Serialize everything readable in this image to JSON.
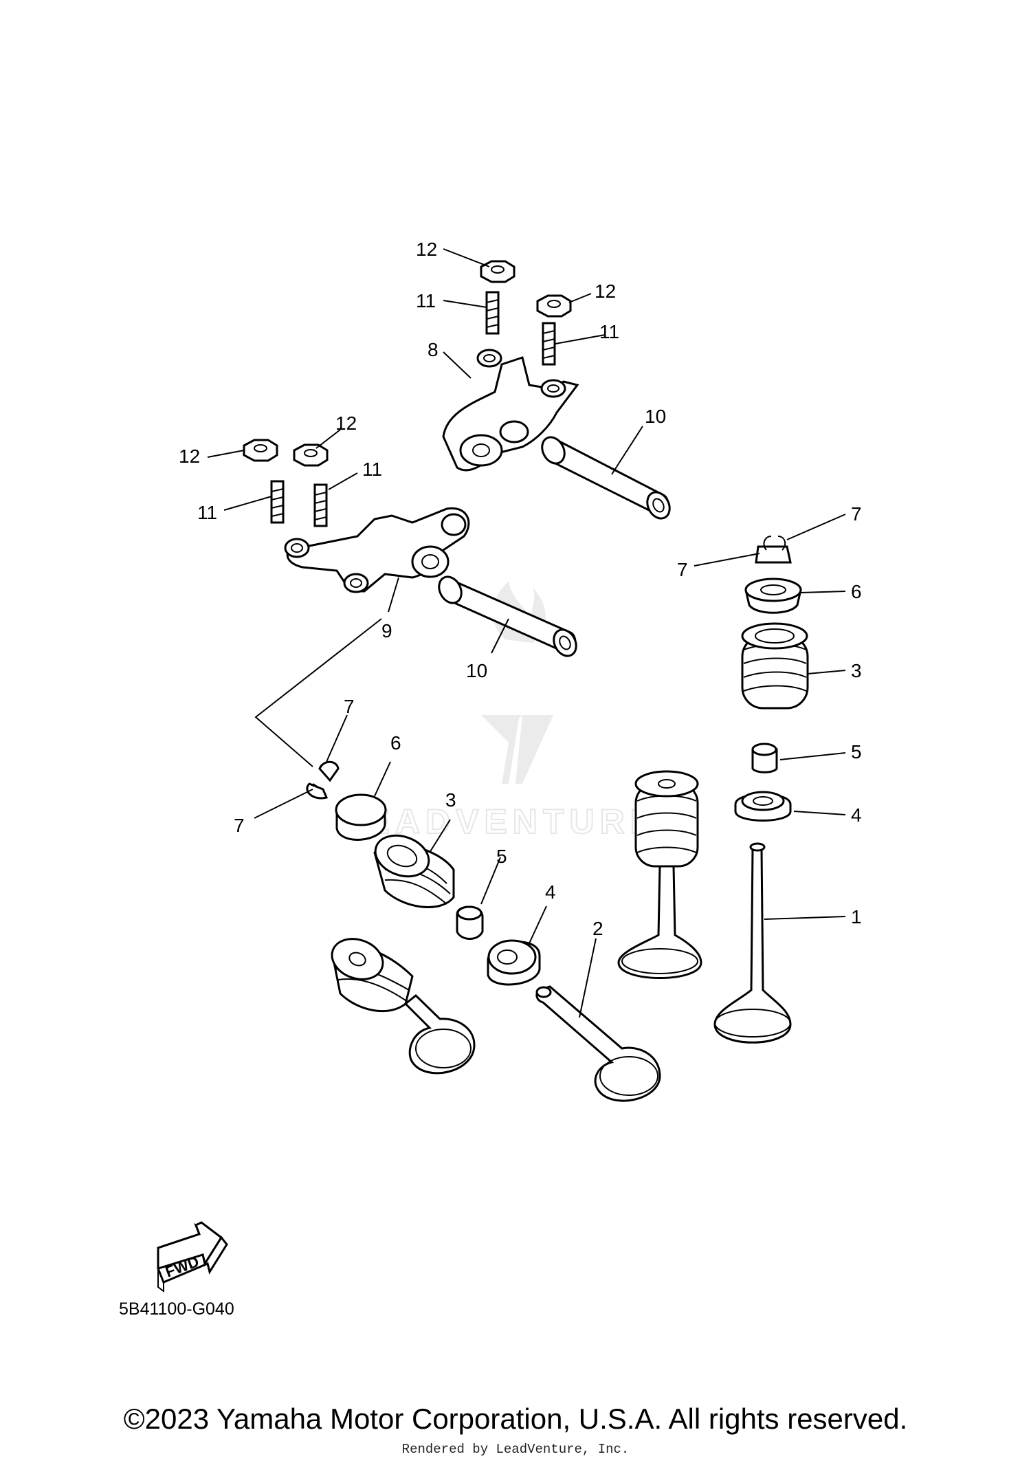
{
  "diagram": {
    "code": "5B41100-G040",
    "fwd_label": "FWD",
    "watermark": "LEADVENTURE"
  },
  "callouts": [
    "1",
    "2",
    "3",
    "3",
    "4",
    "4",
    "5",
    "5",
    "6",
    "6",
    "7",
    "7",
    "7",
    "7",
    "8",
    "9",
    "10",
    "10",
    "11",
    "11",
    "11",
    "11",
    "12",
    "12",
    "12",
    "12"
  ],
  "footer": {
    "copyright": "©2023 Yamaha Motor Corporation, U.S.A. All rights reserved.",
    "rendered_by": "Rendered by LeadVenture, Inc."
  }
}
